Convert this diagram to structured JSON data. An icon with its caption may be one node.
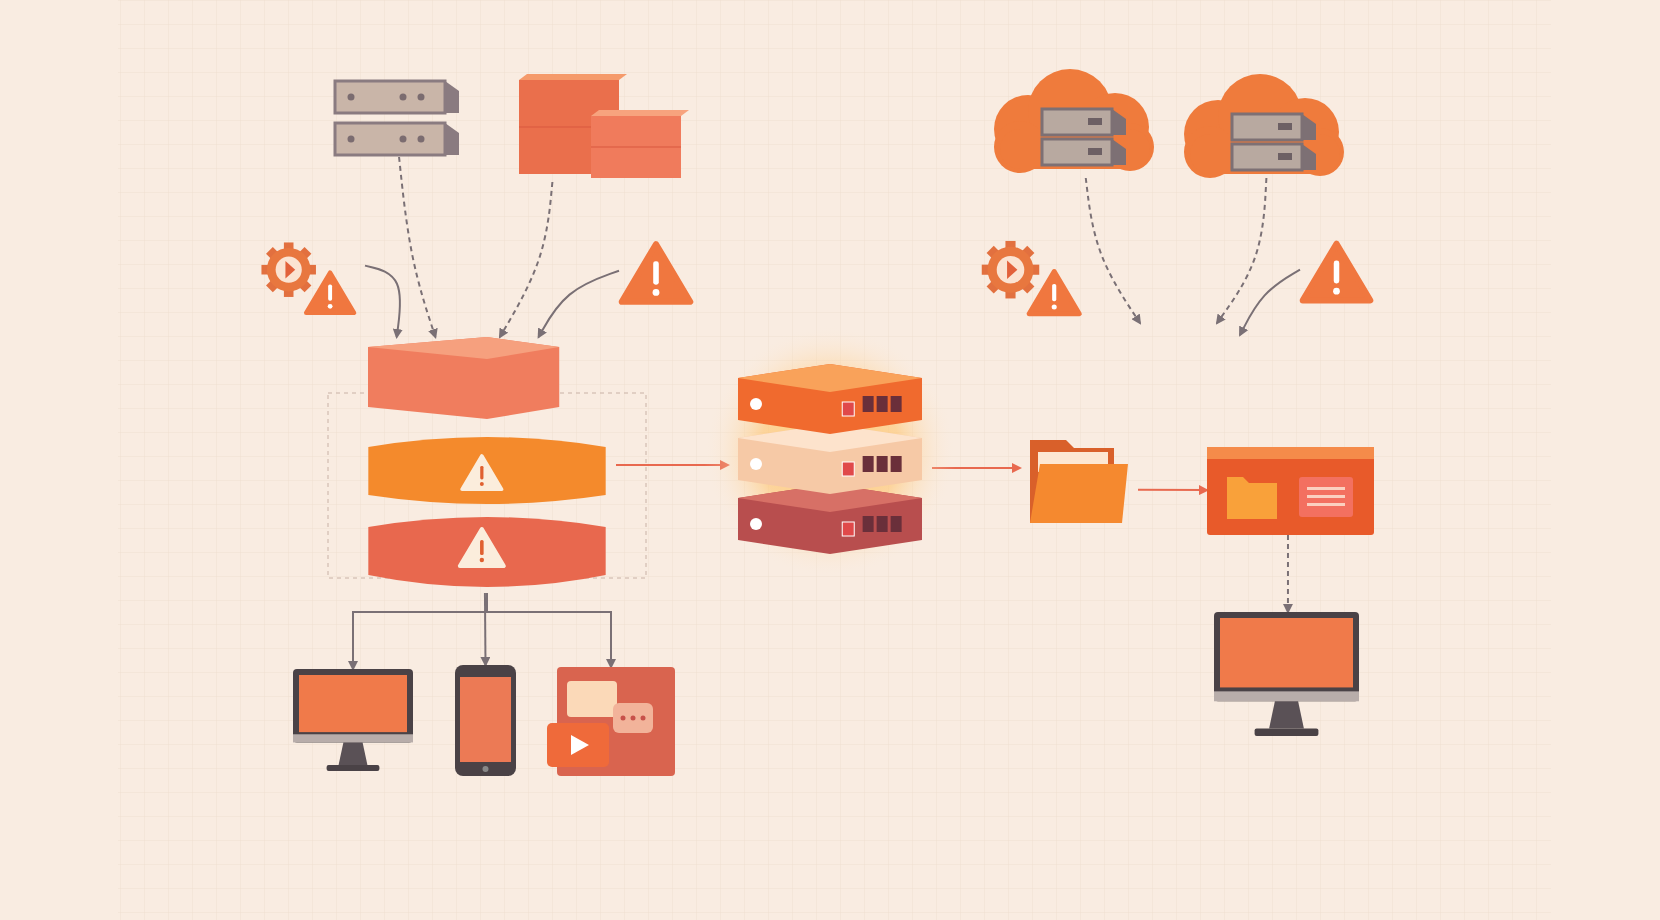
{
  "diagram": {
    "nodes": [
      {
        "text": [],
        "shape": "picture"
      },
      {
        "text": [],
        "shape": "picture"
      },
      {
        "text": [],
        "shape": "picture"
      },
      {
        "text": [],
        "shape": "picture"
      },
      {
        "text": [],
        "shape": "picture"
      },
      {
        "text": [],
        "shape": "picture"
      },
      {
        "text": [],
        "shape": "picture"
      },
      {
        "text": [],
        "shape": "picture"
      },
      {
        "text": [],
        "shape": "picture"
      },
      {
        "text": [],
        "shape": "picture"
      },
      {
        "text": [],
        "shape": "picture"
      },
      {
        "text": [],
        "shape": "picture"
      },
      {
        "text": [],
        "shape": "picture"
      },
      {
        "text": [],
        "shape": "picture"
      },
      {
        "text": [],
        "shape": "picture"
      },
      {
        "text": [],
        "shape": "picture"
      }
    ],
    "edges": [
      {
        "from": 0,
        "to": 8,
        "arrow": "to",
        "style": "dashed"
      },
      {
        "from": 1,
        "to": 8,
        "arrow": "to",
        "style": "dashed"
      },
      {
        "from": 4,
        "to": 8,
        "arrow": "to"
      },
      {
        "from": 5,
        "to": 8,
        "arrow": "to"
      },
      {
        "from": 2,
        "to": null,
        "arrow": "to",
        "style": "dashed"
      },
      {
        "from": 3,
        "to": null,
        "arrow": "to",
        "style": "dashed"
      },
      {
        "from": 7,
        "to": null,
        "arrow": "to"
      },
      {
        "from": 8,
        "to": 9,
        "arrow": "to",
        "color": "#e8694f"
      },
      {
        "from": 9,
        "to": 10,
        "arrow": "to",
        "color": "#e8694f"
      },
      {
        "from": 10,
        "to": 11,
        "arrow": "to",
        "color": "#e8694f"
      },
      {
        "from": 11,
        "to": 15,
        "arrow": "to",
        "style": "dashed"
      },
      {
        "from": 8,
        "to": 12,
        "arrow": "to"
      },
      {
        "from": 8,
        "to": 13,
        "arrow": "to"
      },
      {
        "from": 8,
        "to": 14,
        "arrow": "to"
      }
    ]
  }
}
